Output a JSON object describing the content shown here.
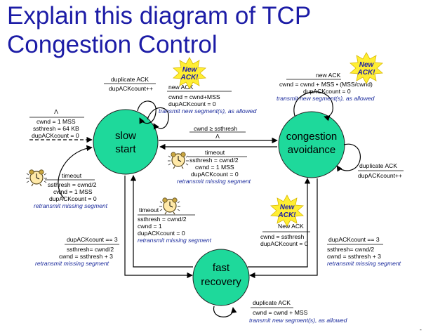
{
  "title_lines": [
    "Explain this diagram of  TCP",
    "Congestion Control"
  ],
  "colors": {
    "title": "#1c1ca6",
    "state_fill": "#1ed99b",
    "action_text": "#1a2a9c",
    "badge_fill": "#ffee33"
  },
  "states": {
    "slow_start": [
      "slow",
      "start"
    ],
    "congestion_avoidance": [
      "congestion",
      "avoidance"
    ],
    "fast_recovery": [
      "fast",
      "recovery"
    ]
  },
  "badge_text": [
    "New",
    "ACK!"
  ],
  "icons": {
    "clock": "alarm-clock-icon",
    "badge": "starburst-icon"
  },
  "transitions": {
    "init": {
      "event": "Λ",
      "actions": [
        "cwnd = 1 MSS",
        "ssthresh = 64 KB",
        "dupACKcount = 0"
      ]
    },
    "ss_dup": {
      "event": "duplicate ACK",
      "actions": [
        "dupACKcount++"
      ]
    },
    "ss_newack": {
      "event": "new ACK",
      "actions": [
        "cwnd = cwnd+MSS",
        "dupACKcount = 0"
      ],
      "note": "transmit new segment(s), as allowed"
    },
    "ss_timeout": {
      "event": "timeout",
      "actions": [
        "ssthresh = cwnd/2",
        "cwnd = 1 MSS",
        "dupACKcount = 0"
      ],
      "note": "retransmit missing segment"
    },
    "ss_to_ca": {
      "event": "cwnd ≥ ssthresh",
      "actions": [
        "Λ"
      ]
    },
    "ca_timeout": {
      "event": "timeout",
      "actions": [
        "ssthresh = cwnd/2",
        "cwnd = 1 MSS",
        "dupACKcount = 0"
      ],
      "note": "retransmit missing segment"
    },
    "ca_newack": {
      "event": "new ACK",
      "actions": [
        "cwnd = cwnd + MSS • (MSS/cwnd)",
        "dupACKcount = 0"
      ],
      "note": "transmit new segment(s), as allowed"
    },
    "ca_dup": {
      "event": "duplicate ACK",
      "actions": [
        "dupACKcount++"
      ]
    },
    "fr_timeout": {
      "event": "timeout",
      "actions": [
        "ssthresh = cwnd/2",
        "cwnd = 1",
        "dupACKcount = 0"
      ],
      "note": "retransmit missing segment"
    },
    "fr_newack": {
      "event": "New ACK",
      "actions": [
        "cwnd = ssthresh",
        "dupACKcount = 0"
      ]
    },
    "ss_to_fr": {
      "event": "dupACKcount == 3",
      "actions": [
        "ssthresh= cwnd/2",
        "cwnd = ssthresh + 3"
      ],
      "note": "retransmit missing segment"
    },
    "ca_to_fr": {
      "event": "dupACKcount == 3",
      "actions": [
        "ssthresh= cwnd/2",
        "cwnd = ssthresh + 3"
      ],
      "note": "retransmit missing segment"
    },
    "fr_dup": {
      "event": "duplicate ACK",
      "actions": [
        "cwnd = cwnd + MSS"
      ],
      "note": "transmit new segment(s), as allowed"
    }
  },
  "corner_mark": "-"
}
